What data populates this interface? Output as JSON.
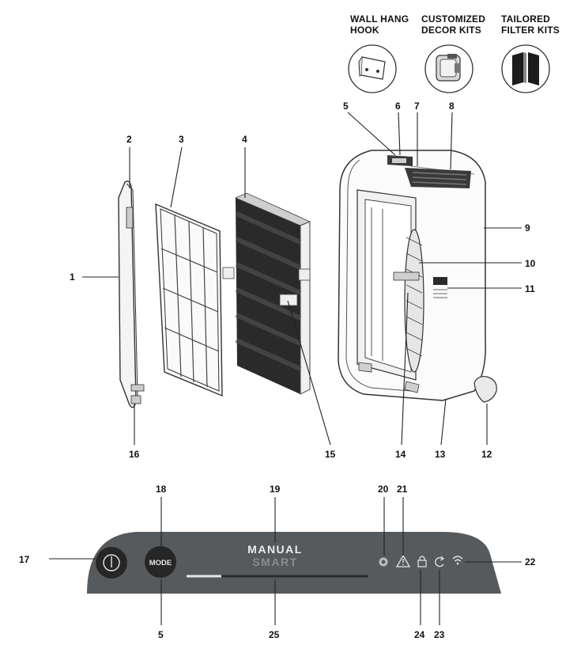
{
  "accessories": [
    {
      "label": "WALL HANG\nHOOK",
      "icon": "wall-hook-icon"
    },
    {
      "label": "CUSTOMIZED\nDECOR KITS",
      "icon": "decor-kit-icon"
    },
    {
      "label": "TAILORED\nFILTER KITS",
      "icon": "filter-kit-icon"
    }
  ],
  "callouts": {
    "n1": "1",
    "n2": "2",
    "n3": "3",
    "n4": "4",
    "n5a": "5",
    "n6": "6",
    "n7": "7",
    "n8": "8",
    "n9": "9",
    "n10": "10",
    "n11": "11",
    "n12": "12",
    "n13": "13",
    "n14": "14",
    "n15": "15",
    "n16": "16",
    "n17": "17",
    "n18": "18",
    "n19": "19",
    "n20": "20",
    "n21": "21",
    "n22": "22",
    "n23": "23",
    "n24": "24",
    "n5b": "5",
    "n25": "25"
  },
  "panel": {
    "mode_label": "MODE",
    "manual_label": "MANUAL",
    "smart_label": "SMART",
    "colors": {
      "panel": "#555759",
      "button": "#2b2b2b",
      "text": "#e8e8e8",
      "dim_text": "#8a8a8a"
    },
    "icons": [
      "power-icon",
      "mode-button",
      "filter-indicator-icon",
      "warning-icon",
      "wifi-icon",
      "refresh-icon",
      "lock-icon"
    ]
  }
}
